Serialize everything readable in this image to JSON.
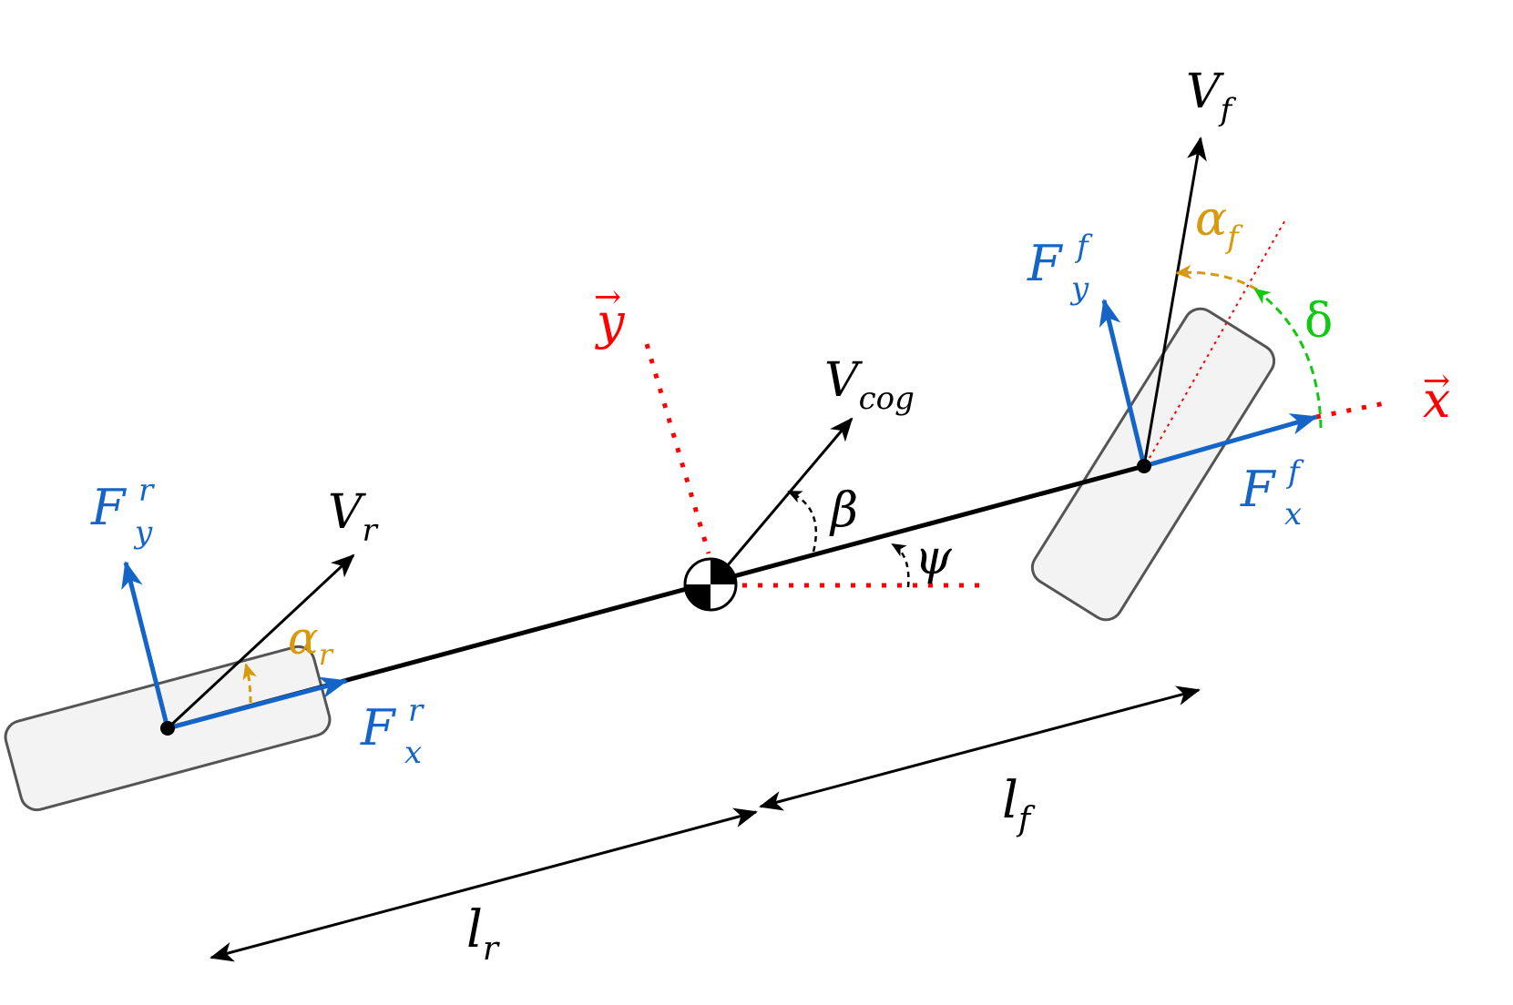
{
  "colors": {
    "black": "#000000",
    "blue": "#1565c8",
    "red": "#ff0000",
    "gold": "#d69a0c",
    "green": "#12c812",
    "wheel_fill": "#f3f3f3",
    "wheel_stroke": "#555555"
  },
  "labels": {
    "V_f": {
      "main": "V",
      "sub": "f"
    },
    "V_cog": {
      "main": "V",
      "sub": "cog"
    },
    "V_r": {
      "main": "V",
      "sub": "r"
    },
    "F_y_f": {
      "main": "F",
      "sup": "f",
      "sub": "y"
    },
    "F_x_f": {
      "main": "F",
      "sup": "f",
      "sub": "x"
    },
    "F_y_r": {
      "main": "F",
      "sup": "r",
      "sub": "y"
    },
    "F_x_r": {
      "main": "F",
      "sup": "r",
      "sub": "x"
    },
    "alpha_f": {
      "main": "α",
      "sub": "f"
    },
    "alpha_r": {
      "main": "α",
      "sub": "r"
    },
    "delta": "δ",
    "beta": "β",
    "psi": "ψ",
    "x_axis": {
      "arrow": "→",
      "main": "x"
    },
    "y_axis": {
      "arrow": "→",
      "main": "y"
    },
    "l_f": {
      "main": "l",
      "sub": "f"
    },
    "l_r": {
      "main": "l",
      "sub": "r"
    }
  }
}
